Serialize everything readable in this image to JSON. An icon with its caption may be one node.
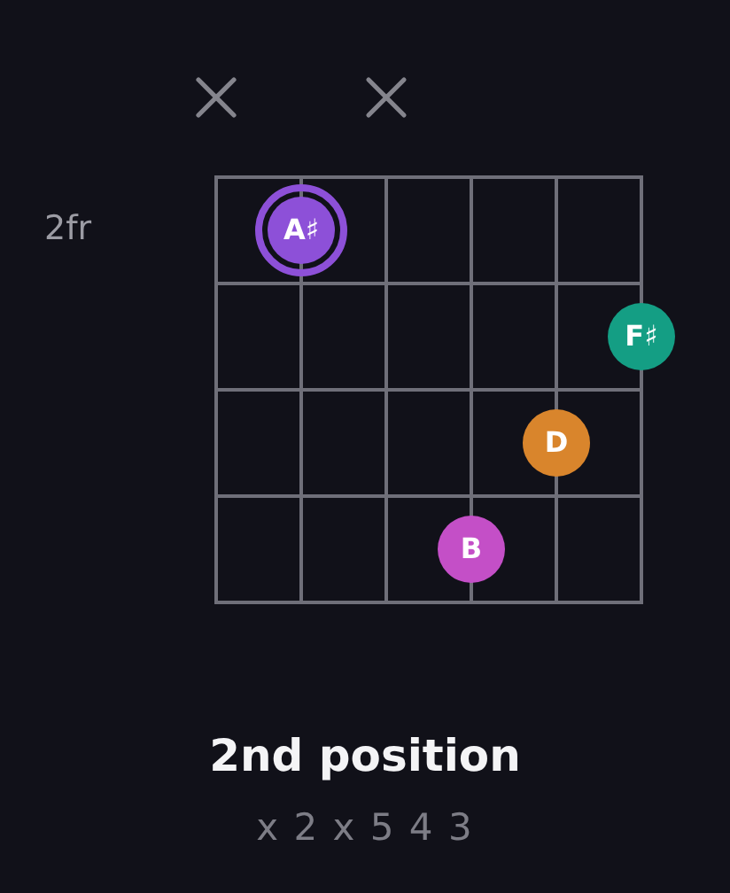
{
  "diagram": {
    "title": "2nd position",
    "caption": "x 2 x 5 4 3",
    "nodes": [
      {
        "text": [
          "A♯"
        ]
      },
      {
        "text": [
          "F♯"
        ]
      },
      {
        "text": [
          "D"
        ]
      },
      {
        "text": [
          "B"
        ]
      }
    ],
    "labels": [
      "2fr"
    ]
  }
}
